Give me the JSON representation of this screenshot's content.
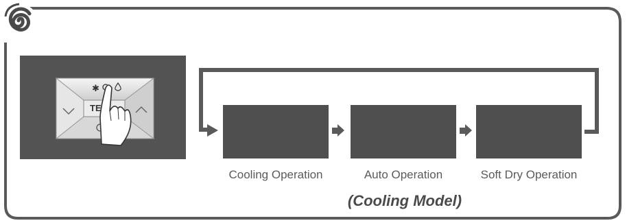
{
  "diagram": {
    "caption": "(Cooling Model)",
    "button_text": "TE",
    "button_icons": [
      "snowflake-icon",
      "sun-icon",
      "water-drop-icon"
    ],
    "steps": [
      {
        "label": "Cooling Operation"
      },
      {
        "label": "Auto Operation"
      },
      {
        "label": "Soft Dry Operation"
      }
    ],
    "colors": {
      "box": "#4f4f4f",
      "panel": "#535353",
      "frame": "#5a5a5a",
      "text": "#5a5a5a"
    }
  }
}
